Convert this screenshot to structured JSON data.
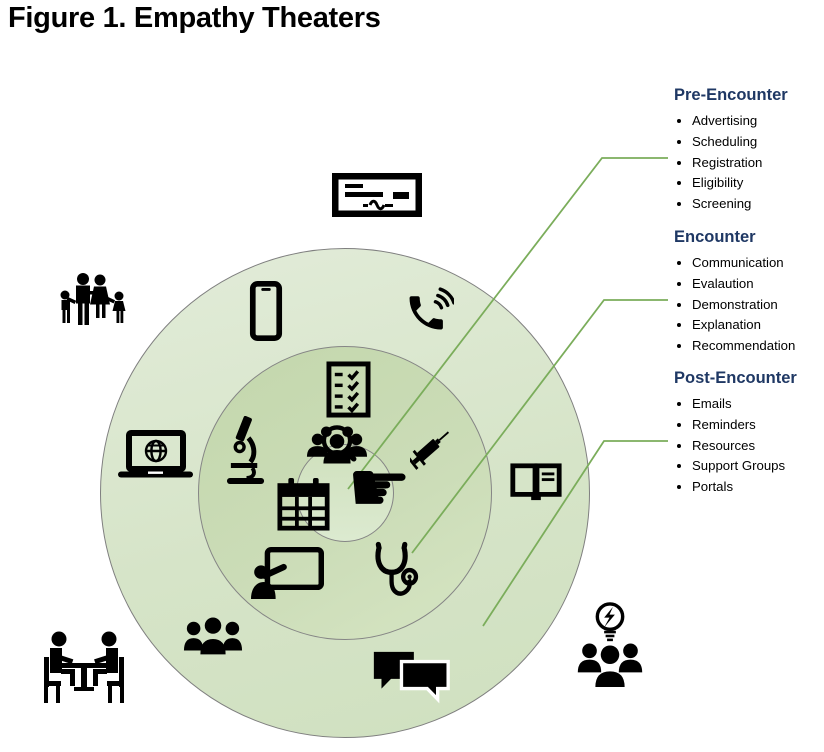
{
  "title": "Figure 1. Empathy Theaters",
  "legend": {
    "sections": [
      {
        "heading": "Pre-Encounter",
        "items": [
          "Advertising",
          "Scheduling",
          "Registration",
          "Eligibility",
          "Screening"
        ]
      },
      {
        "heading": "Encounter",
        "items": [
          "Communication",
          "Evalaution",
          "Demonstration",
          "Explanation",
          "Recommendation"
        ]
      },
      {
        "heading": "Post-Encounter",
        "items": [
          "Emails",
          "Reminders",
          "Resources",
          "Support Groups",
          "Portals"
        ]
      }
    ]
  },
  "diagram": {
    "rings": [
      "outer-ring",
      "middle-ring",
      "inner-circle"
    ],
    "connector_line_count": 3,
    "pointing_hand_glyph": "☛",
    "icons": [
      "bank-check-icon",
      "family-icon",
      "smartphone-icon",
      "phone-ringing-icon",
      "laptop-globe-icon",
      "open-book-icon",
      "audience-icon",
      "chat-bubbles-icon",
      "meeting-table-icon",
      "brainstorm-group-icon",
      "checklist-clipboard-icon",
      "microscope-icon",
      "focus-group-icon",
      "syringe-icon",
      "calendar-icon",
      "pointing-hand-icon",
      "presentation-icon",
      "stethoscope-icon"
    ]
  },
  "colors": {
    "heading": "#1f3864",
    "connector_line": "#7bad5b",
    "outer_ring": "#d9e6cd",
    "middle_ring": "#c8dbb3",
    "inner_circle": "#d5e4c5",
    "circle_border": "#7f7f7f",
    "icon": "#000000"
  }
}
